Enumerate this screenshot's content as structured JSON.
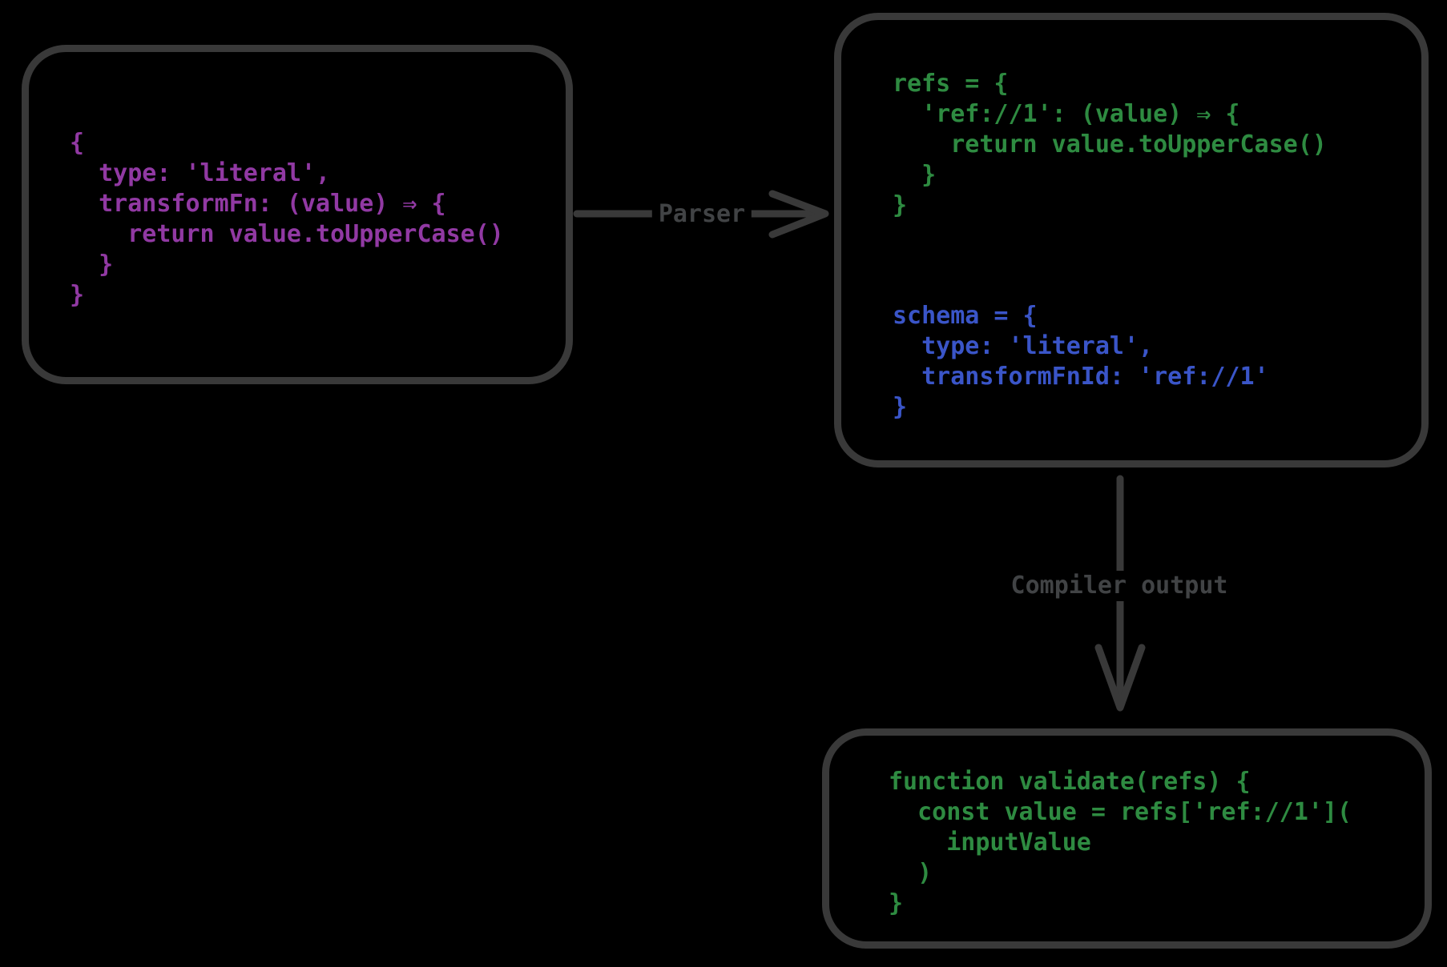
{
  "colors": {
    "bg": "#000000",
    "stroke": "#393939",
    "label": "#414345",
    "purple": "#9139a3",
    "green": "#2e8b41",
    "blue": "#3a55c8"
  },
  "boxes": {
    "source": {
      "code": "{\n  type: 'literal',\n  transformFn: (value) ⇒ {\n    return value.toUpperCase()\n  }\n}"
    },
    "parsed": {
      "refs_code": "refs = {\n  'ref://1': (value) ⇒ {\n    return value.toUpperCase()\n  }\n}",
      "schema_code": "schema = {\n  type: 'literal',\n  transformFnId: 'ref://1'\n}"
    },
    "compiled": {
      "code": "function validate(refs) {\n  const value = refs['ref://1'](\n    inputValue\n  )\n}"
    }
  },
  "arrows": {
    "parser": {
      "label": "Parser"
    },
    "compiler": {
      "label": "Compiler output"
    }
  }
}
